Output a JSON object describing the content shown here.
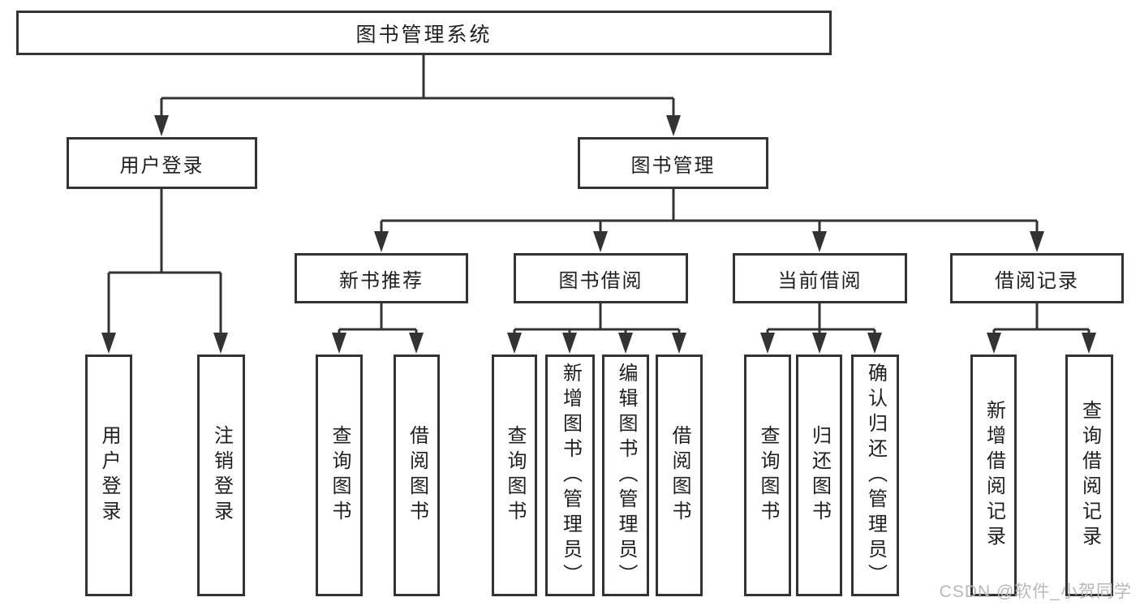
{
  "colors": {
    "background": "#ffffff",
    "line": "#333333",
    "box_border": "#333333",
    "text": "#1f1f1f",
    "watermark": "#b8b8b8"
  },
  "tree": {
    "root": {
      "label": "图书管理系统",
      "children": [
        {
          "label": "用户登录",
          "children": [
            {
              "label": "用户登录"
            },
            {
              "label": "注销登录"
            }
          ]
        },
        {
          "label": "图书管理",
          "children": [
            {
              "label": "新书推荐",
              "children": [
                {
                  "label": "查询图书"
                },
                {
                  "label": "借阅图书"
                }
              ]
            },
            {
              "label": "图书借阅",
              "children": [
                {
                  "label": "查询图书"
                },
                {
                  "label": "新增图书（管理员）"
                },
                {
                  "label": "编辑图书（管理员）"
                },
                {
                  "label": "借阅图书"
                }
              ]
            },
            {
              "label": "当前借阅",
              "children": [
                {
                  "label": "查询图书"
                },
                {
                  "label": "归还图书"
                },
                {
                  "label": "确认归还（管理员）"
                }
              ]
            },
            {
              "label": "借阅记录",
              "children": [
                {
                  "label": "新增借阅记录"
                },
                {
                  "label": "查询借阅记录"
                }
              ]
            }
          ]
        }
      ]
    }
  },
  "watermark": {
    "text": "CSDN @软件_小贺同学"
  }
}
